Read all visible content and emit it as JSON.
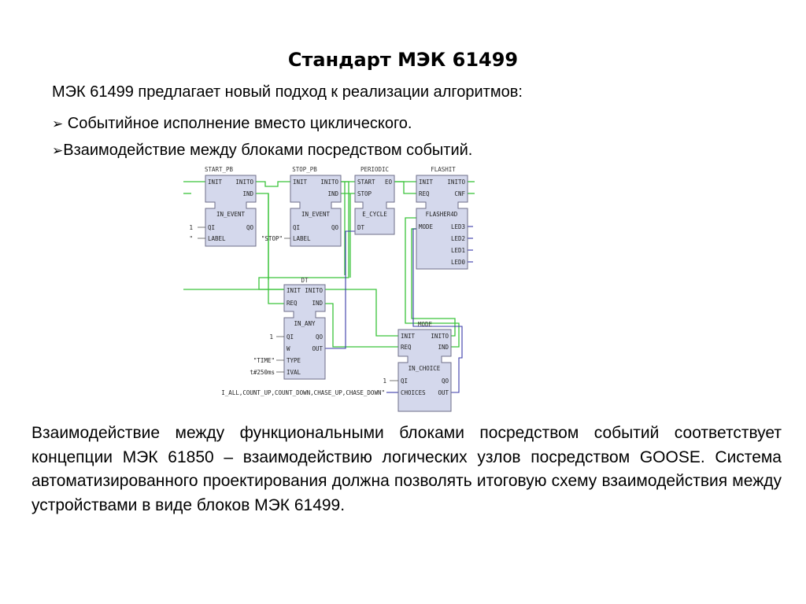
{
  "slide": {
    "title": "Стандарт МЭК 61499",
    "intro": "МЭК 61499 предлагает новый подход к реализации алгоритмов:",
    "bullets": [
      {
        "marker": "➢",
        "text": " Событийное исполнение вместо циклического."
      },
      {
        "marker": "➢",
        "text": "Взаимодействие между блоками посредством событий."
      }
    ],
    "paragraph": "Взаимодействие между функциональными блоками посредством событий соответствует концепции МЭК 61850 – взаимодействию логических узлов посредством GOOSE. Система автоматизированного проектирования должна позволять итоговую схему взаимодействия между устройствами в виде блоков МЭК 61499."
  },
  "diagram": {
    "colors": {
      "event_line": "#3ac43a",
      "data_line": "#3a3aa8",
      "block_fill": "#d4d8ec",
      "block_border": "#6e6e88"
    },
    "blocks": {
      "start_pb": {
        "name": "START_PB",
        "type": "IN_EVENT",
        "event_in": [
          "INIT"
        ],
        "event_out": [
          "INITO",
          "IND"
        ],
        "data_in": [
          "QI",
          "LABEL"
        ],
        "data_out": [
          "QO"
        ]
      },
      "stop_pb": {
        "name": "STOP_PB",
        "type": "IN_EVENT",
        "event_in": [
          "INIT"
        ],
        "event_out": [
          "INITO",
          "IND"
        ],
        "data_in": [
          "QI",
          "LABEL"
        ],
        "data_out": [
          "QO"
        ]
      },
      "periodic": {
        "name": "PERIODIC",
        "type": "E_CYCLE",
        "event_in": [
          "START",
          "STOP"
        ],
        "event_out": [
          "EO"
        ],
        "data_in": [
          "DT"
        ]
      },
      "flashit": {
        "name": "FLASHIT",
        "type": "FLASHER4D",
        "event_in": [
          "INIT",
          "REQ"
        ],
        "event_out": [
          "INITO",
          "CNF"
        ],
        "data_in": [
          "MODE"
        ],
        "data_out": [
          "LED3",
          "LED2",
          "LED1",
          "LED0"
        ]
      },
      "dt": {
        "name": "DT",
        "type": "IN_ANY",
        "event_in": [
          "INIT",
          "REQ"
        ],
        "event_out": [
          "INITO",
          "IND"
        ],
        "data_in": [
          "QI",
          "W",
          "TYPE",
          "IVAL"
        ],
        "data_out": [
          "QO",
          "OUT"
        ]
      },
      "mode": {
        "name": "MODE",
        "type": "IN_CHOICE",
        "event_in": [
          "INIT",
          "REQ"
        ],
        "event_out": [
          "INITO",
          "IND"
        ],
        "data_in": [
          "QI",
          "CHOICES"
        ],
        "data_out": [
          "QO",
          "OUT"
        ]
      }
    },
    "params": {
      "start_qi": "1",
      "start_label": "\"",
      "stop_label": "\"STOP\"",
      "dt_qi": "1",
      "dt_type": "\"TIME\"",
      "dt_ival": "t#250ms",
      "mode_qi": "1",
      "mode_choices": "I_ALL,COUNT_UP,COUNT_DOWN,CHASE_UP,CHASE_DOWN\""
    }
  }
}
